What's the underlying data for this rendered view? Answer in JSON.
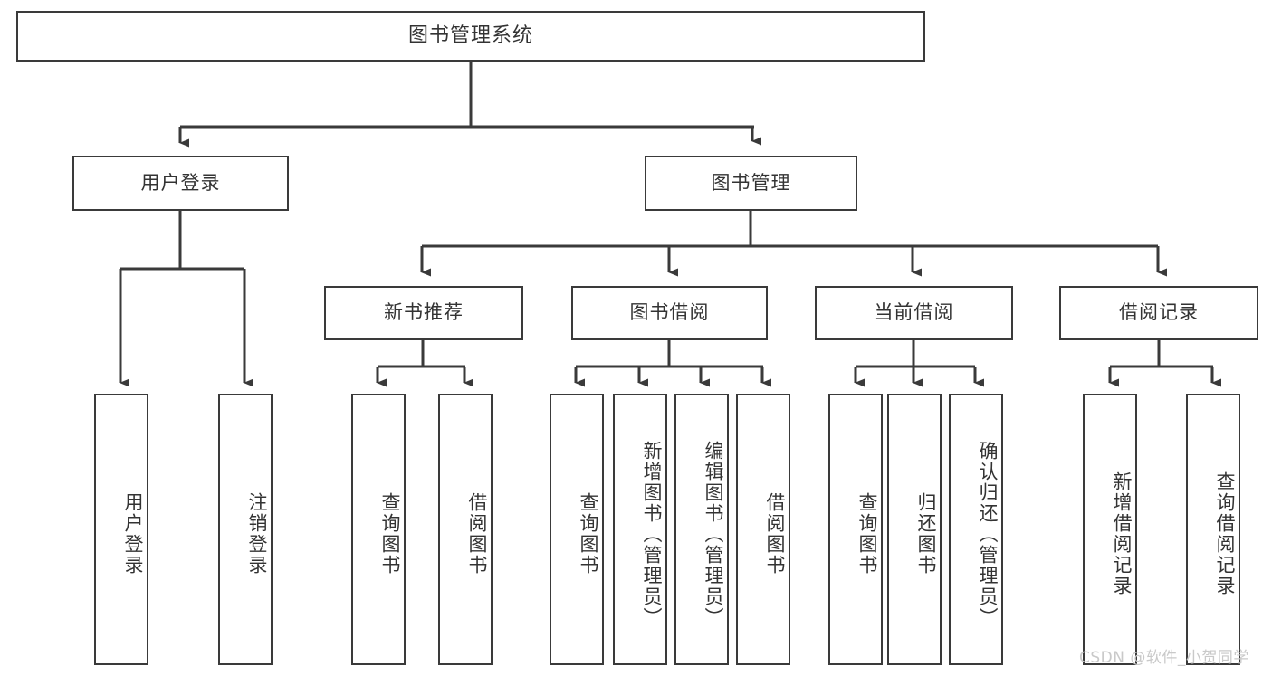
{
  "diagram": {
    "title": "图书管理系统",
    "type": "tree-hierarchy-chart",
    "root": {
      "id": "root",
      "label": "图书管理系统",
      "orientation": "horizontal"
    },
    "level1": [
      {
        "id": "user-login",
        "label": "用户登录",
        "orientation": "horizontal"
      },
      {
        "id": "book-management",
        "label": "图书管理",
        "orientation": "horizontal"
      }
    ],
    "level2": [
      {
        "id": "new-book-recommend",
        "label": "新书推荐",
        "orientation": "horizontal",
        "parent": "book-management"
      },
      {
        "id": "book-borrow",
        "label": "图书借阅",
        "orientation": "horizontal",
        "parent": "book-management"
      },
      {
        "id": "current-borrow",
        "label": "当前借阅",
        "orientation": "horizontal",
        "parent": "book-management"
      },
      {
        "id": "borrow-record",
        "label": "借阅记录",
        "orientation": "horizontal",
        "parent": "book-management"
      }
    ],
    "leaves": [
      {
        "id": "leaf-user-login",
        "label": "用户登录",
        "parent": "user-login"
      },
      {
        "id": "leaf-user-logout",
        "label": "注销登录",
        "parent": "user-login"
      },
      {
        "id": "leaf-query-book-1",
        "label": "查询图书",
        "parent": "new-book-recommend"
      },
      {
        "id": "leaf-borrow-book-1",
        "label": "借阅图书",
        "parent": "new-book-recommend"
      },
      {
        "id": "leaf-query-book-2",
        "label": "查询图书",
        "parent": "book-borrow"
      },
      {
        "id": "leaf-add-book",
        "label": "新增图书（管理员）",
        "parent": "book-borrow"
      },
      {
        "id": "leaf-edit-book",
        "label": "编辑图书（管理员）",
        "parent": "book-borrow"
      },
      {
        "id": "leaf-borrow-book-2",
        "label": "借阅图书",
        "parent": "book-borrow"
      },
      {
        "id": "leaf-query-book-3",
        "label": "查询图书",
        "parent": "current-borrow"
      },
      {
        "id": "leaf-return-book",
        "label": "归还图书",
        "parent": "current-borrow"
      },
      {
        "id": "leaf-confirm-return",
        "label": "确认归还（管理员）",
        "parent": "current-borrow"
      },
      {
        "id": "leaf-add-record",
        "label": "新增借阅记录",
        "parent": "borrow-record"
      },
      {
        "id": "leaf-query-record",
        "label": "查询借阅记录",
        "parent": "borrow-record"
      }
    ]
  },
  "watermark": {
    "text": "CSDN @软件_小贺同学"
  },
  "colors": {
    "stroke": "#3a3a3a",
    "text": "#333333",
    "background": "#ffffff",
    "watermark": "#c9c9c9"
  }
}
